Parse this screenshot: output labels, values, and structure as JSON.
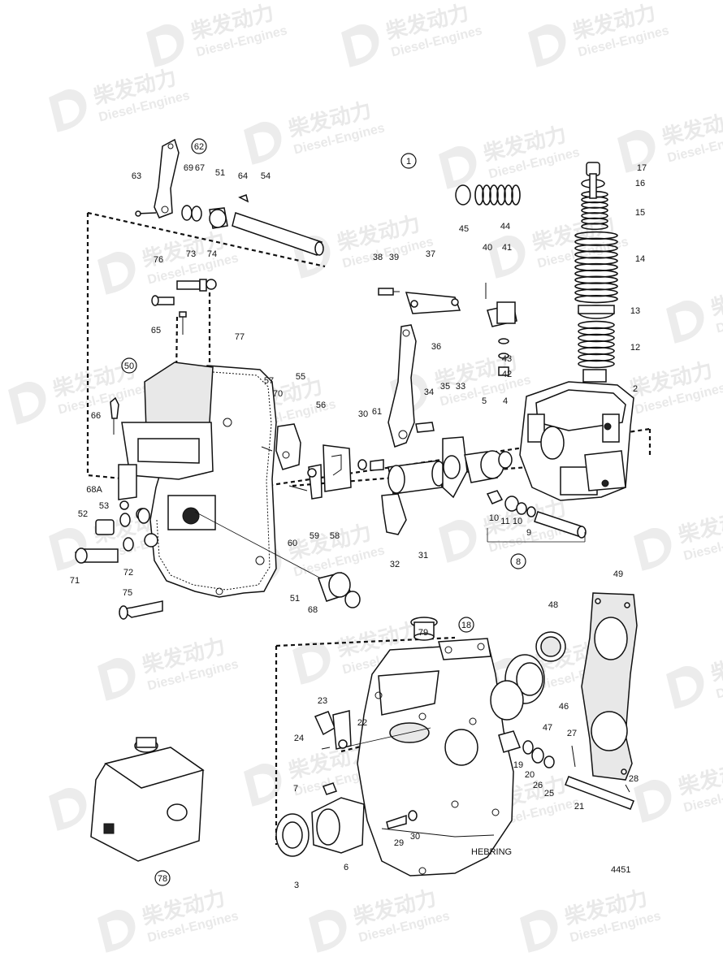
{
  "watermark": {
    "chinese": "柴发动力",
    "english": "Diesel-Engines"
  },
  "drawing_number": "4451",
  "engraver_mark": "HEBRING",
  "group_labels": [
    "1",
    "8",
    "18",
    "50",
    "62",
    "78"
  ],
  "callouts": [
    "2",
    "3",
    "4",
    "5",
    "6",
    "7",
    "9",
    "10",
    "10",
    "11",
    "12",
    "13",
    "14",
    "15",
    "16",
    "17",
    "19",
    "20",
    "21",
    "22",
    "23",
    "24",
    "25",
    "26",
    "27",
    "28",
    "29",
    "30",
    "30",
    "31",
    "32",
    "33",
    "34",
    "35",
    "36",
    "37",
    "38",
    "39",
    "40",
    "41",
    "42",
    "43",
    "44",
    "45",
    "46",
    "47",
    "48",
    "49",
    "51",
    "51",
    "52",
    "53",
    "54",
    "55",
    "56",
    "57",
    "58",
    "59",
    "60",
    "61",
    "63",
    "64",
    "65",
    "66",
    "67",
    "68",
    "68A",
    "69",
    "70",
    "71",
    "72",
    "73",
    "74",
    "75",
    "76",
    "77",
    "79"
  ]
}
